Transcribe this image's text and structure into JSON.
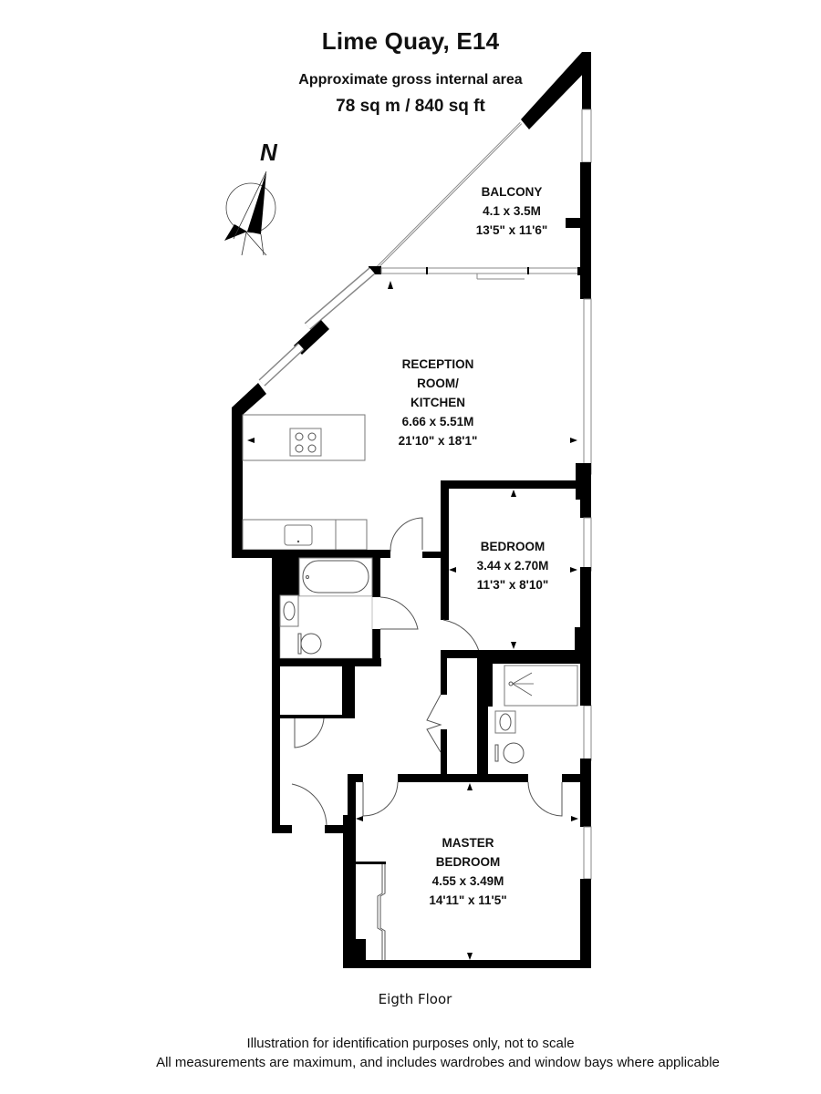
{
  "header": {
    "title": "Lime Quay, E14",
    "subtitle": "Approximate gross internal area",
    "area": "78 sq m  / 840 sq ft"
  },
  "compass": {
    "label": "N",
    "icon": "north-arrow-icon"
  },
  "rooms": [
    {
      "id": "balcony",
      "lines": [
        "BALCONY",
        "4.1 x 3.5M",
        "13'5\" x 11'6\""
      ]
    },
    {
      "id": "reception",
      "lines": [
        "RECEPTION",
        "ROOM/",
        "KITCHEN",
        "6.66 x 5.51M",
        "21'10\" x 18'1\""
      ]
    },
    {
      "id": "bedroom",
      "lines": [
        "BEDROOM",
        "3.44 x 2.70M",
        "11'3\" x 8'10\""
      ]
    },
    {
      "id": "master_bedroom",
      "lines": [
        "MASTER",
        "BEDROOM",
        "4.55 x 3.49M",
        "14'11\" x 11'5\""
      ]
    }
  ],
  "fixtures": [
    "hob-icon",
    "kitchen-sink-icon",
    "bathtub-icon",
    "basin-icon",
    "toilet-icon",
    "shower-icon",
    "wardrobe-sliding-doors-icon"
  ],
  "floor": "Eigth Floor",
  "footer": {
    "line1": "Illustration for identification purposes only, not to scale",
    "line2": "All measurements are maximum, and includes wardrobes and window bays where applicable"
  },
  "colors": {
    "wall": "#000000",
    "window": "#999999",
    "background": "#ffffff"
  }
}
